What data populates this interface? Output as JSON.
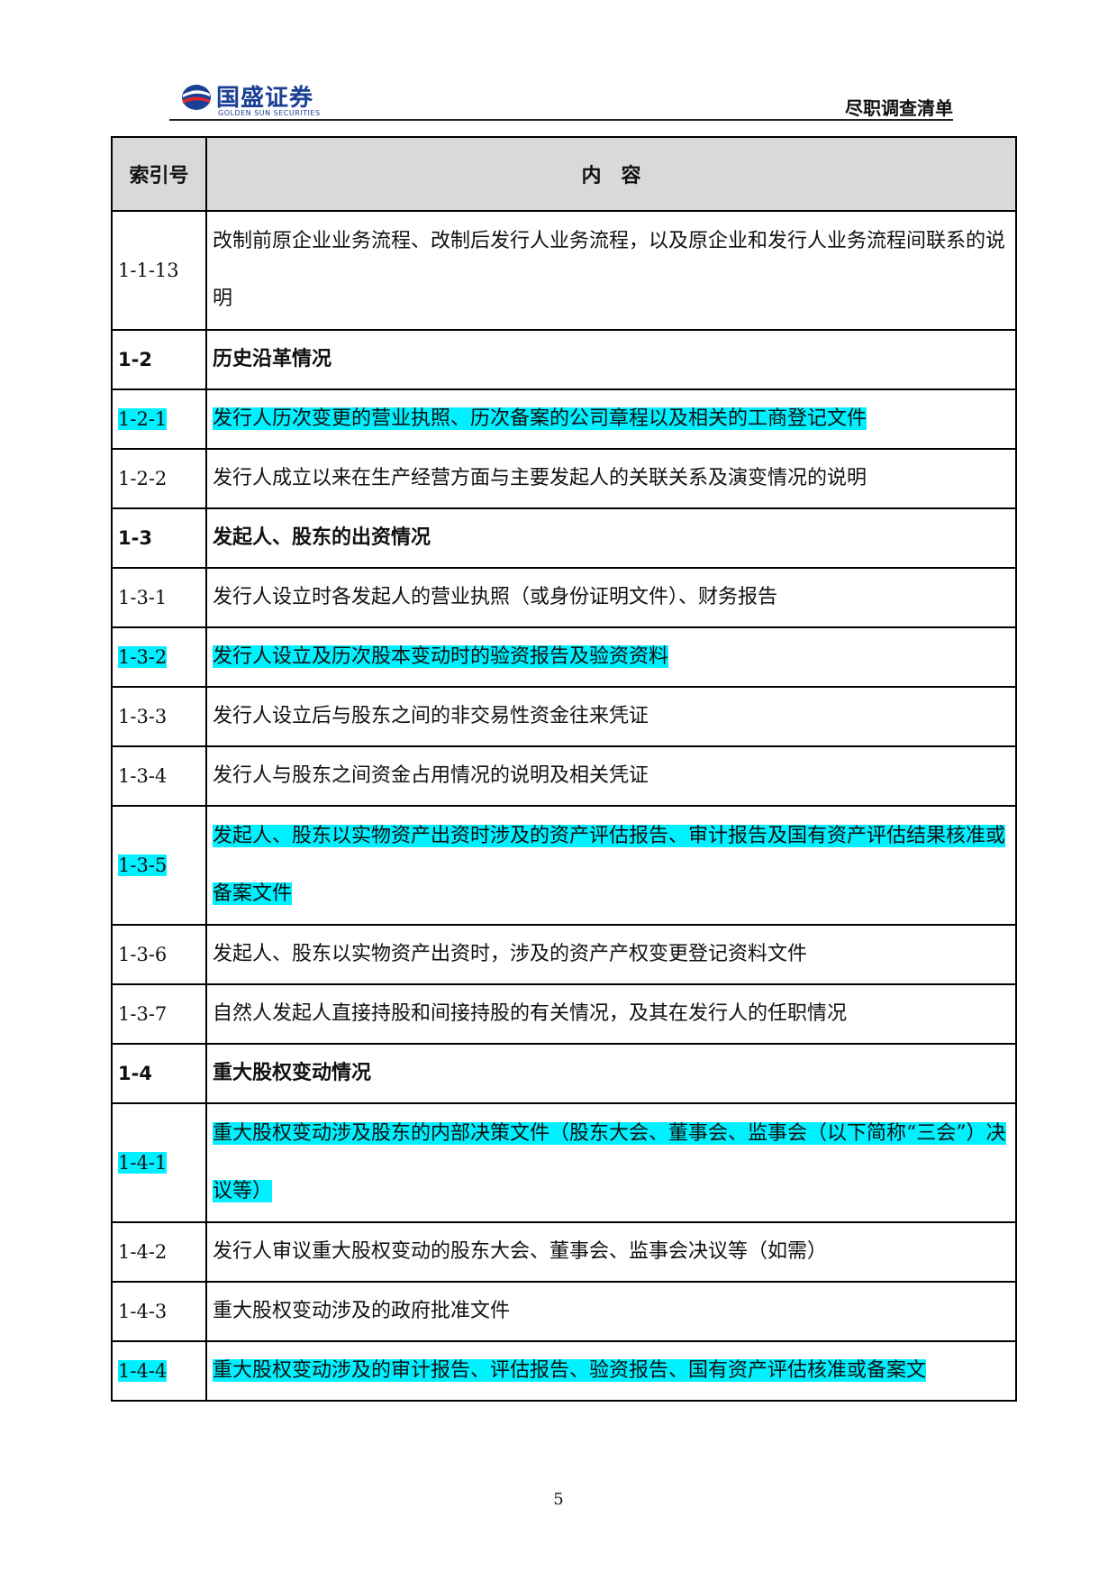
{
  "header": {
    "logo_cn": "国盛证券",
    "logo_en": "GOLDEN SUN SECURITIES",
    "doc_title": "尽职调查清单"
  },
  "table": {
    "headers": {
      "index": "索引号",
      "content": "内　容"
    },
    "rows": [
      {
        "index": "1-1-13",
        "content": "改制前原企业业务流程、改制后发行人业务流程，以及原企业和发行人业务流程间联系的说明",
        "highlight": false,
        "section": false
      },
      {
        "index": "1-2",
        "content": "历史沿革情况",
        "highlight": false,
        "section": true
      },
      {
        "index": "1-2-1",
        "content": "发行人历次变更的营业执照、历次备案的公司章程以及相关的工商登记文件",
        "highlight": true,
        "section": false
      },
      {
        "index": "1-2-2",
        "content": "发行人成立以来在生产经营方面与主要发起人的关联关系及演变情况的说明",
        "highlight": false,
        "section": false
      },
      {
        "index": "1-3",
        "content": "发起人、股东的出资情况",
        "highlight": false,
        "section": true
      },
      {
        "index": "1-3-1",
        "content": "发行人设立时各发起人的营业执照（或身份证明文件）、财务报告",
        "highlight": false,
        "section": false
      },
      {
        "index": "1-3-2",
        "content": "发行人设立及历次股本变动时的验资报告及验资资料",
        "highlight": true,
        "section": false
      },
      {
        "index": "1-3-3",
        "content": "发行人设立后与股东之间的非交易性资金往来凭证",
        "highlight": false,
        "section": false
      },
      {
        "index": "1-3-4",
        "content": "发行人与股东之间资金占用情况的说明及相关凭证",
        "highlight": false,
        "section": false
      },
      {
        "index": "1-3-5",
        "content": "发起人、股东以实物资产出资时涉及的资产评估报告、审计报告及国有资产评估结果核准或备案文件",
        "highlight": true,
        "section": false
      },
      {
        "index": "1-3-6",
        "content": "发起人、股东以实物资产出资时，涉及的资产产权变更登记资料文件",
        "highlight": false,
        "section": false
      },
      {
        "index": "1-3-7",
        "content": "自然人发起人直接持股和间接持股的有关情况，及其在发行人的任职情况",
        "highlight": false,
        "section": false
      },
      {
        "index": "1-4",
        "content": "重大股权变动情况",
        "highlight": false,
        "section": true
      },
      {
        "index": "1-4-1",
        "content": "重大股权变动涉及股东的内部决策文件（股东大会、董事会、监事会（以下简称“三会”）决议等）",
        "highlight": true,
        "section": false
      },
      {
        "index": "1-4-2",
        "content": "发行人审议重大股权变动的股东大会、董事会、监事会决议等（如需）",
        "highlight": false,
        "section": false
      },
      {
        "index": "1-4-3",
        "content": "重大股权变动涉及的政府批准文件",
        "highlight": false,
        "section": false
      },
      {
        "index": "1-4-4",
        "content": "重大股权变动涉及的审计报告、评估报告、验资报告、国有资产评估核准或备案文",
        "highlight": true,
        "section": false
      }
    ]
  },
  "footer": {
    "page_number": "5"
  },
  "colors": {
    "highlight": "#00f0ff",
    "header_fill": "#d9d9d9",
    "logo_blue": "#1b3f95",
    "logo_red": "#e0262a"
  }
}
